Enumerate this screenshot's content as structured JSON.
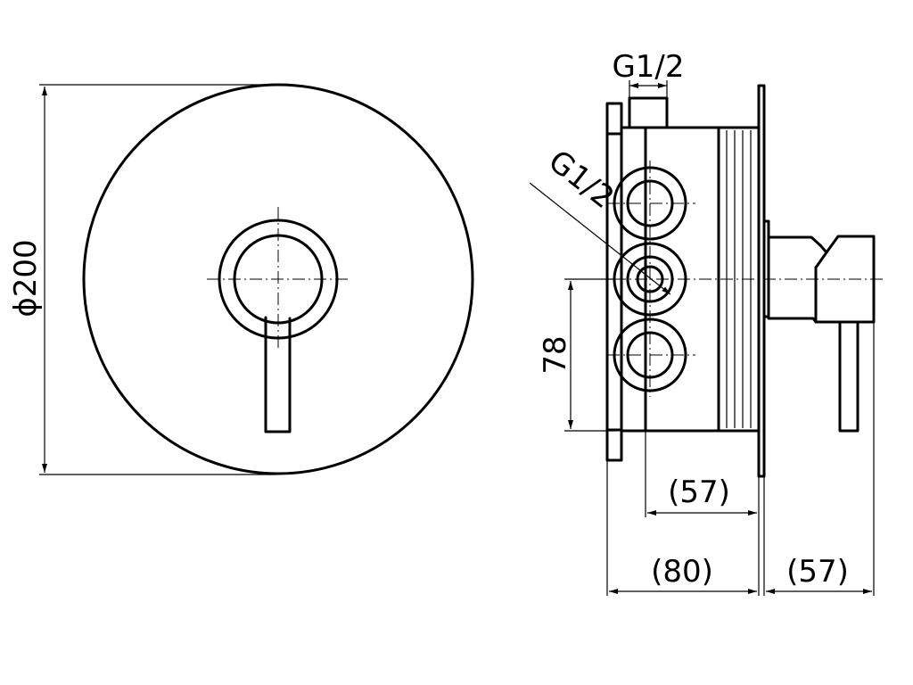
{
  "dimensions": {
    "diameter": "ϕ200",
    "thread_top": "G1/2",
    "thread_side": "G1/2",
    "spacing": "78",
    "box_depth": "(57)",
    "total_depth": "(80)",
    "handle_depth": "(57)"
  }
}
